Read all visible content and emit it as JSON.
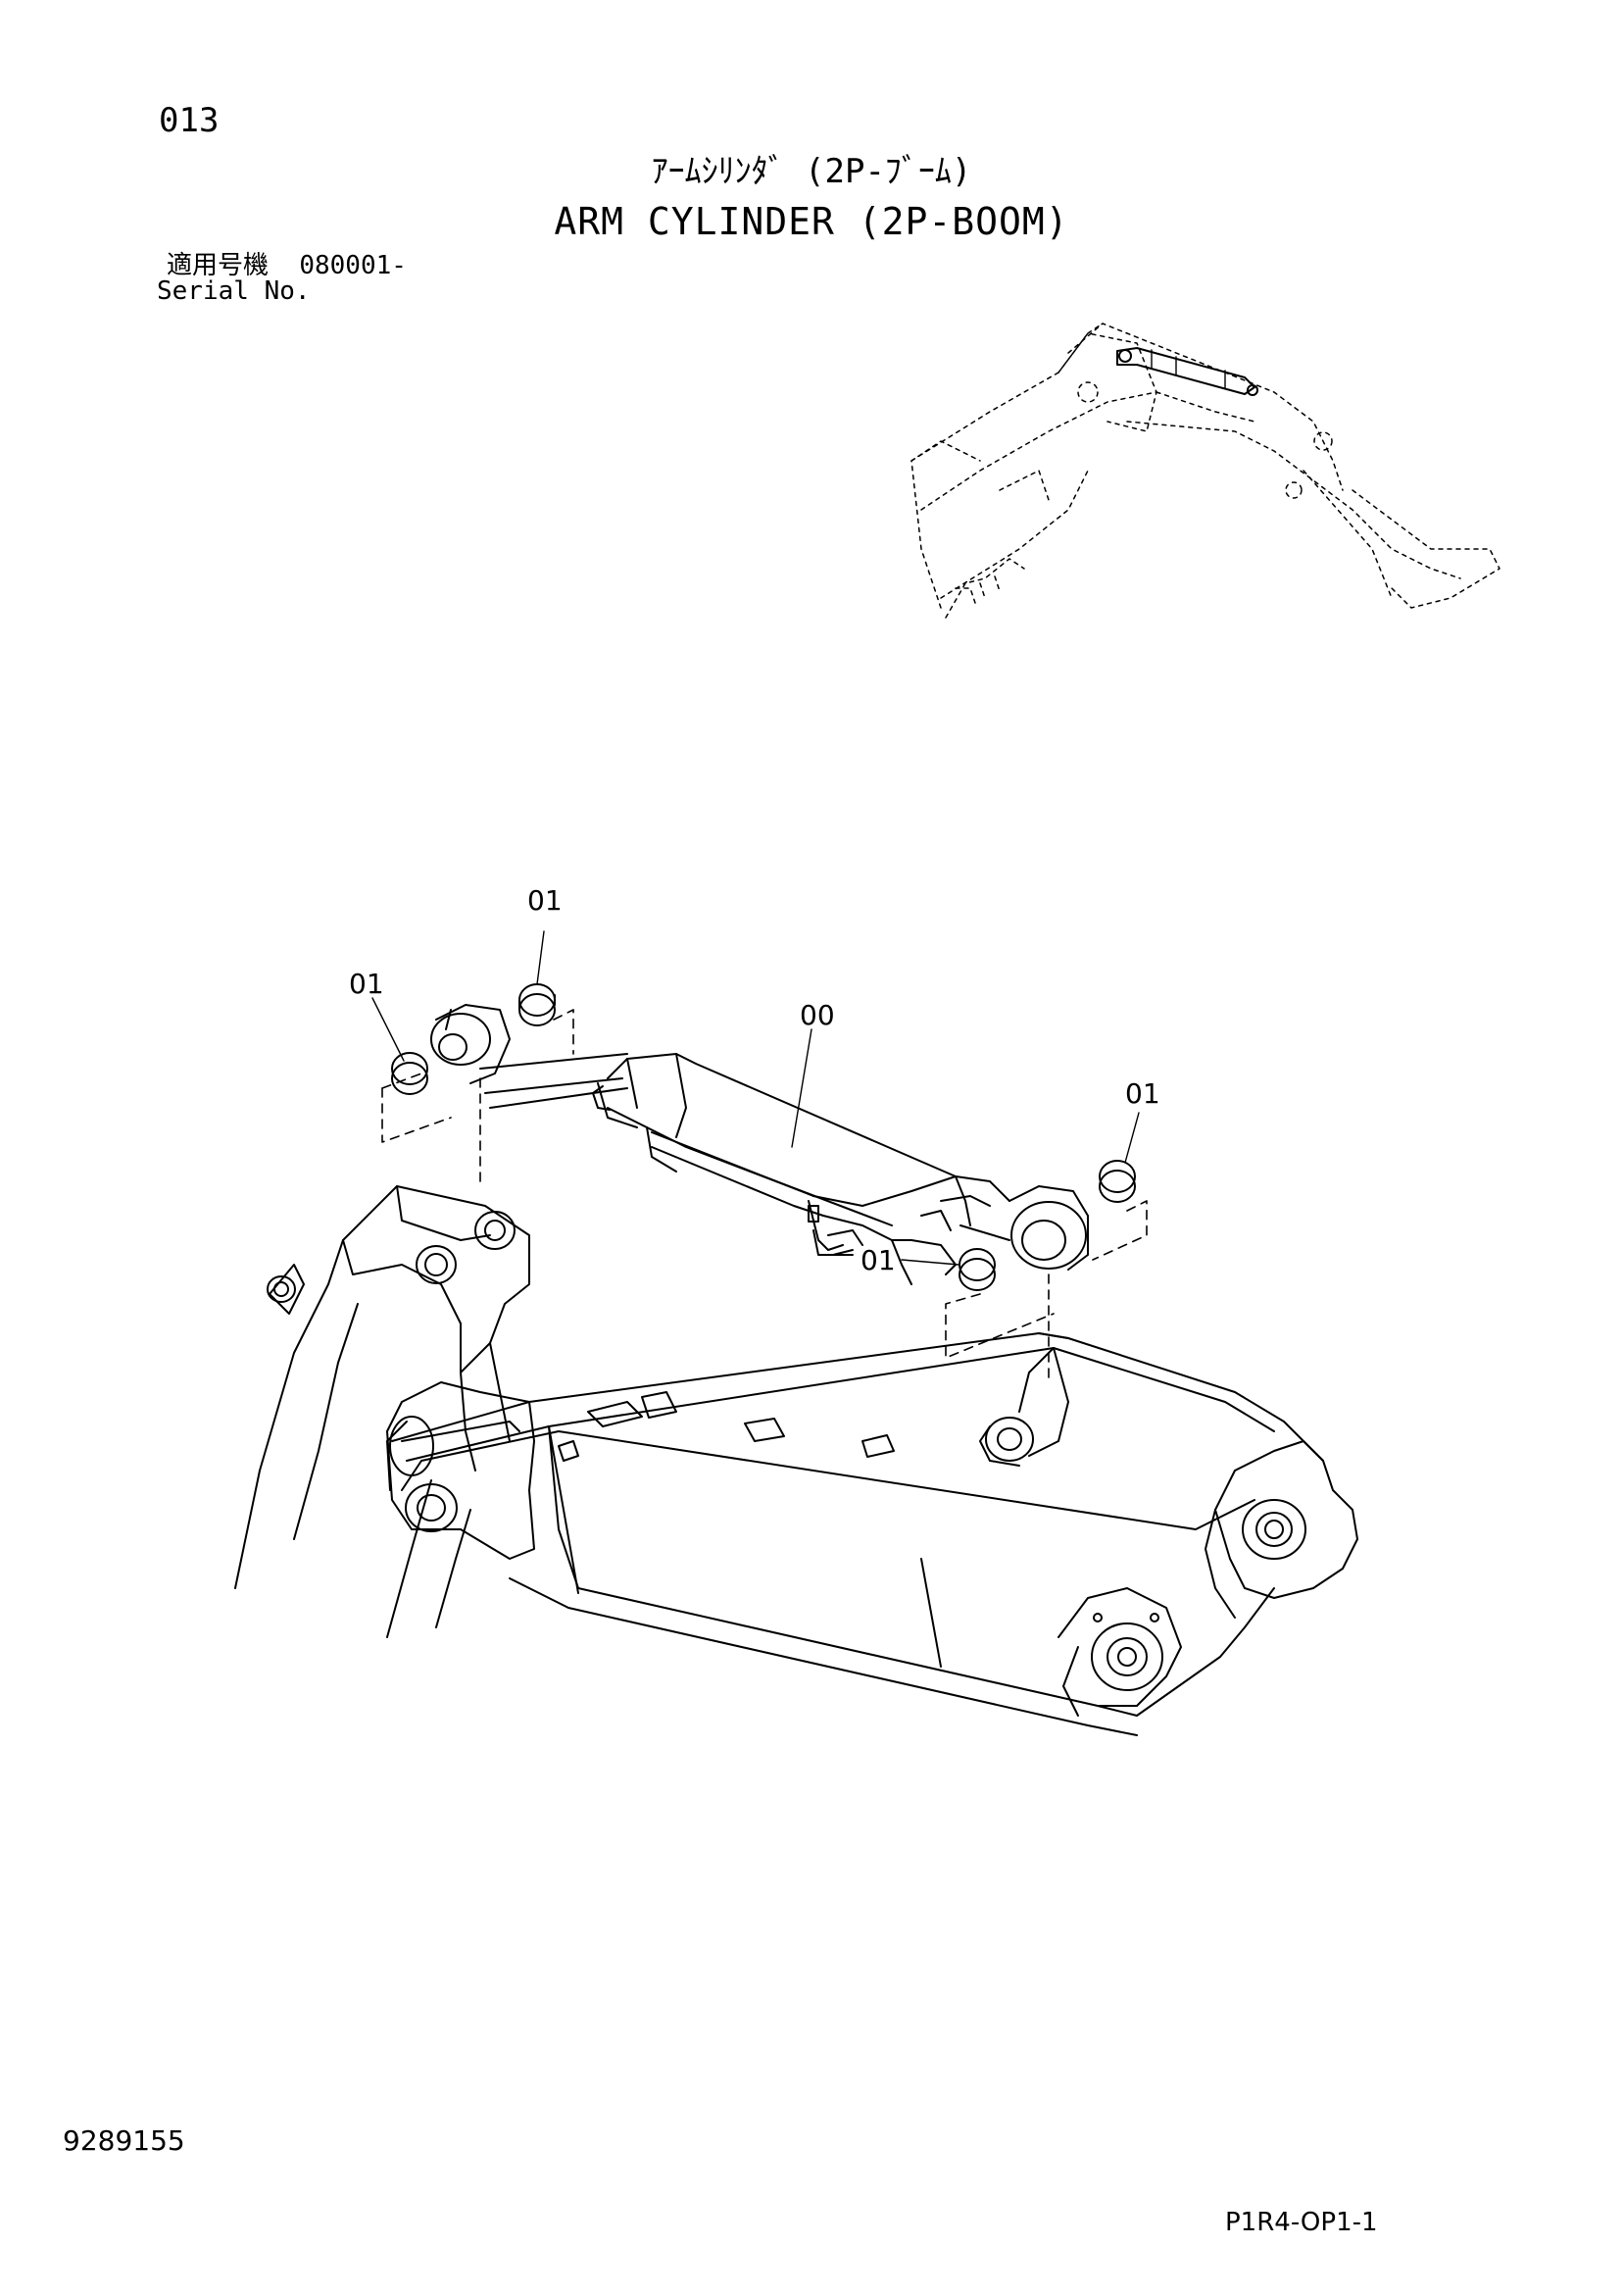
{
  "header": {
    "page_number": "013",
    "title_jp": "ｱｰﾑｼﾘﾝﾀﾞ (2P-ﾌﾞｰﾑ)",
    "title_en": "ARM CYLINDER (2P-BOOM)",
    "serial_label_jp": "適用号機",
    "serial_value": "080001-",
    "serial_label_en": "Serial No."
  },
  "callouts": {
    "upper_left": "01",
    "upper_top": "01",
    "cylinder": "00",
    "right_upper": "01",
    "right_lower": "01"
  },
  "footer": {
    "drawing_number": "9289155",
    "page_code": "P1R4-OP1-1"
  }
}
